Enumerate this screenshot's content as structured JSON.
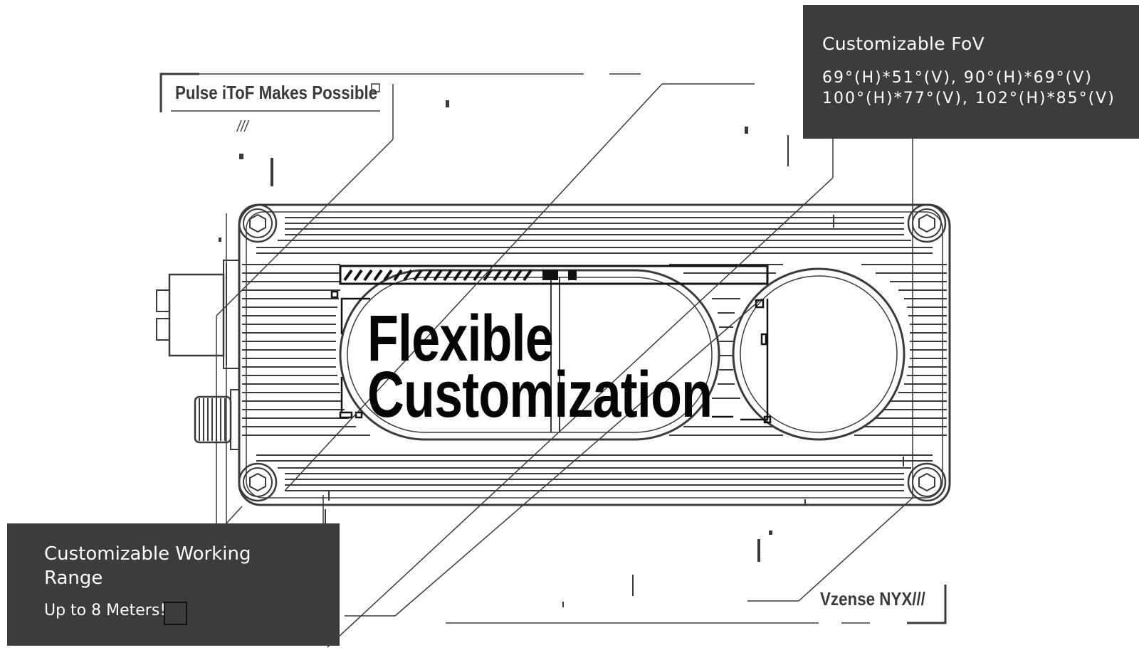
{
  "fov": {
    "title": "Customizable FoV",
    "line1": "69°(H)*51°(V), 90°(H)*69°(V)",
    "line2": "100°(H)*77°(V), 102°(H)*85°(V)"
  },
  "range": {
    "title": "Customizable Working Range",
    "subtitle": "Up to 8 Meters!"
  },
  "labels": {
    "pulse": "Pulse iToF Makes Possible",
    "pulse_slashes": "///",
    "vzense": "Vzense NYX///"
  },
  "headline": {
    "line1": "Flexible",
    "line2": "Customization"
  },
  "colors": {
    "card_bg": "#3d3b3c",
    "drawing_stroke": "#3a3a3a",
    "background": "#ffffff"
  }
}
